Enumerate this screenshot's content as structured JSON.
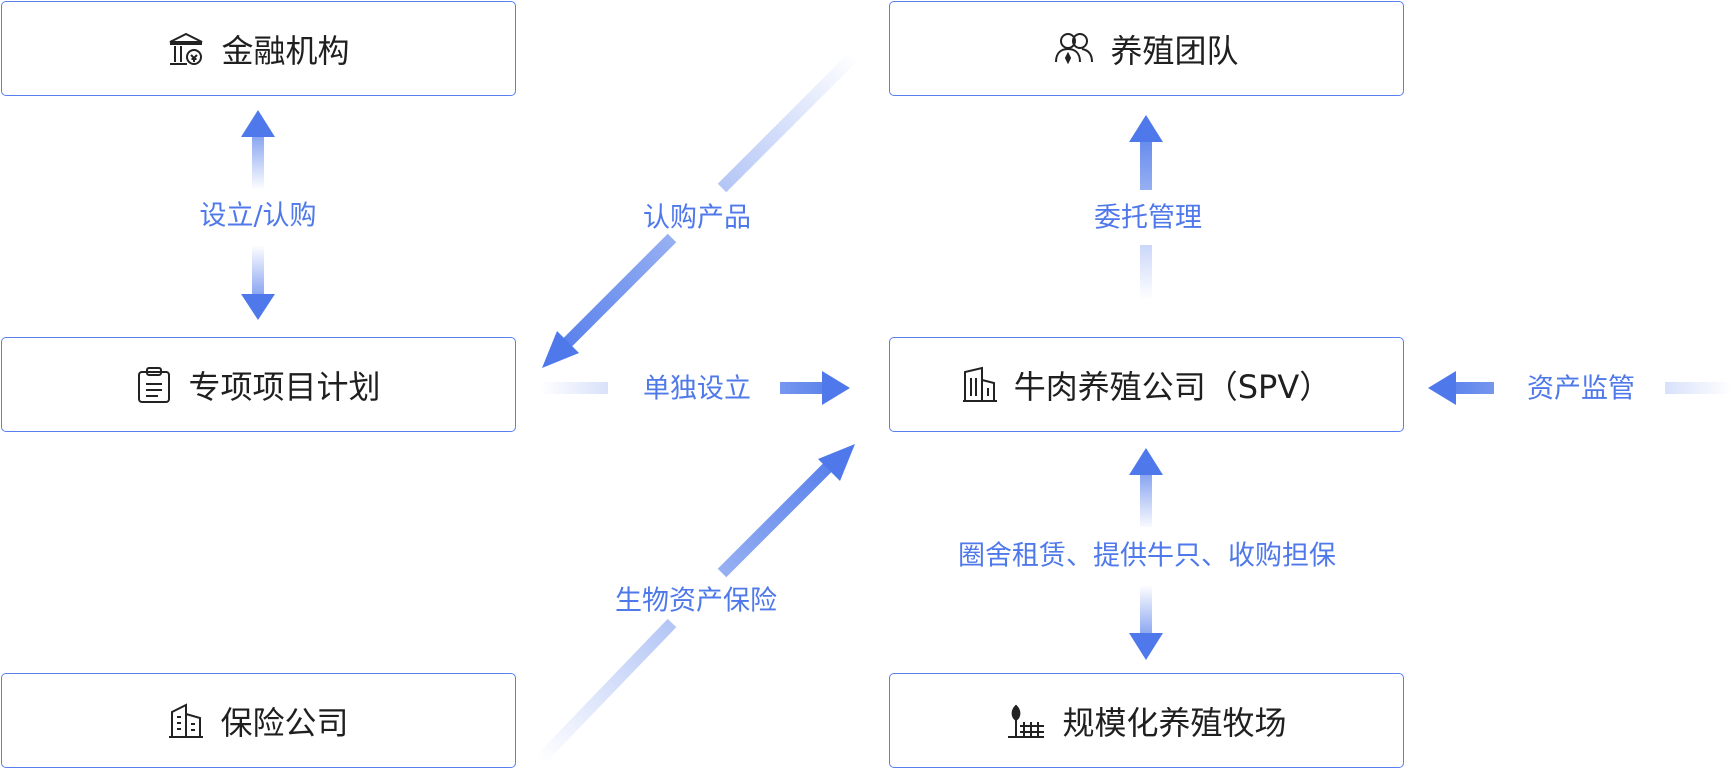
{
  "nodes": {
    "financial_institution": {
      "label": "金融机构",
      "icon": "bank-icon"
    },
    "breeding_team": {
      "label": "养殖团队",
      "icon": "users-icon"
    },
    "special_plan": {
      "label": "专项项目计划",
      "icon": "clipboard-icon"
    },
    "beef_company": {
      "label": "牛肉养殖公司（SPV）",
      "icon": "building-icon"
    },
    "insurance_company": {
      "label": "保险公司",
      "icon": "office-building-icon"
    },
    "ranch": {
      "label": "规模化养殖牧场",
      "icon": "ranch-icon"
    }
  },
  "edges": {
    "establish_subscribe": "设立/认购",
    "subscribe_product": "认购产品",
    "entrusted_management": "委托管理",
    "separate_establishment": "单独设立",
    "asset_supervision": "资产监管",
    "biological_asset_insurance": "生物资产保险",
    "pen_lease": "圈舍租赁、提供牛只、收购担保"
  },
  "colors": {
    "accent": "#4f79ea",
    "border": "#5b80ee"
  }
}
